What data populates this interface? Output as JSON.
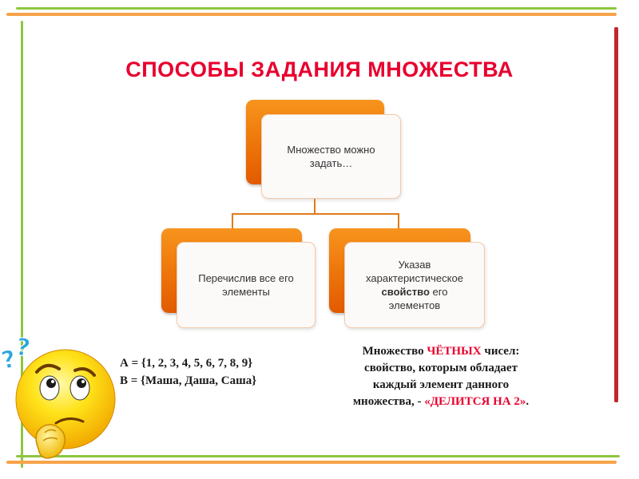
{
  "title": "СПОСОБЫ ЗАДАНИЯ МНОЖЕСТВА",
  "diagram": {
    "root": "Множество можно задать…",
    "left": "Перечислив все его элементы",
    "right": {
      "line1": "Указав",
      "line2": "характеристическое",
      "bold_word": "свойство",
      "rest": " его",
      "line4": "элементов"
    }
  },
  "examples": {
    "a": "А = {1, 2, 3, 4, 5, 6, 7, 8, 9}",
    "b": "В = {Маша, Даша, Саша}"
  },
  "explanation": {
    "part1": "Множество ",
    "highlight1": "ЧЁТНЫХ",
    "part2": "чисел: свойство, которым обладает каждый элемент данного множества, -",
    "highlight2": "«ДЕЛИТСЯ НА 2»",
    "end": "."
  },
  "illustration": {
    "question_marks": "??"
  },
  "colors": {
    "title": "#e8002e",
    "accent_orange": "#ef7a0c",
    "frame_green": "#8dc63f",
    "frame_red": "#c1272d"
  }
}
